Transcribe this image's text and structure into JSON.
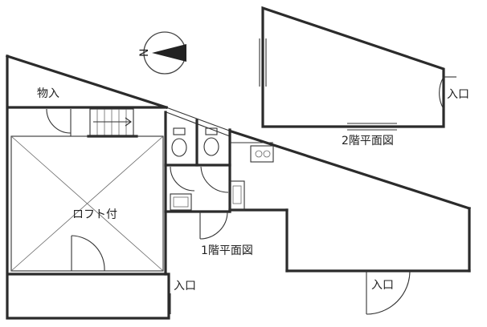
{
  "labels": {
    "storage": "物入",
    "loft": "ロフト付",
    "floor1": "1階平面図",
    "floor2": "2階平面図",
    "entrance": "入口"
  },
  "compass": {
    "north_letter": "N"
  },
  "colors": {
    "line": "#2b2b2b",
    "background": "#ffffff"
  }
}
